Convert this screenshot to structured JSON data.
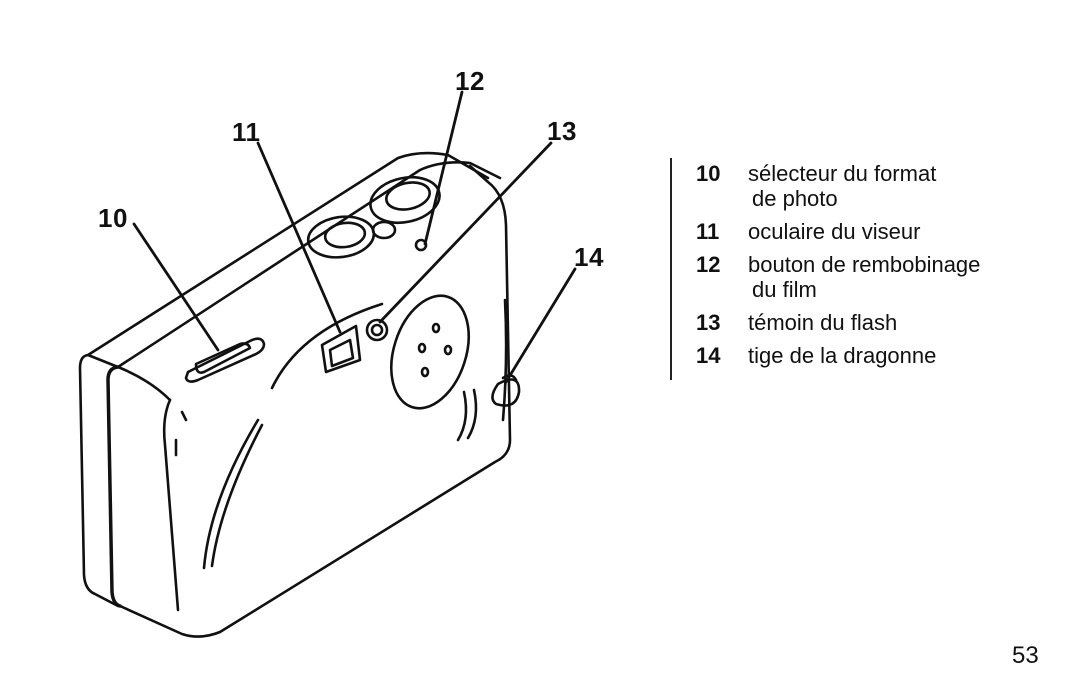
{
  "callouts": {
    "c10": "10",
    "c11": "11",
    "c12": "12",
    "c13": "13",
    "c14": "14"
  },
  "legend": [
    {
      "number": "10",
      "line1": "sélecteur du format",
      "line2": "de photo"
    },
    {
      "number": "11",
      "line1": "oculaire du viseur"
    },
    {
      "number": "12",
      "line1": "bouton de rembobinage",
      "line2": "du film"
    },
    {
      "number": "13",
      "line1": "témoin du flash"
    },
    {
      "number": "14",
      "line1": "tige de la dragonne"
    }
  ],
  "page_number": "53"
}
